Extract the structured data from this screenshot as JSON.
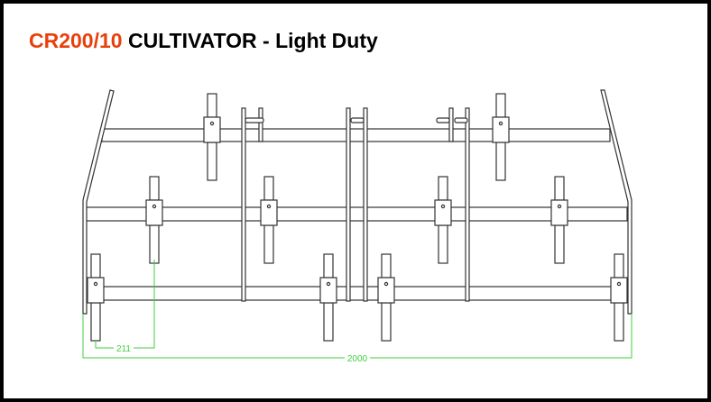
{
  "title": {
    "code": "CR200/10",
    "text": " CULTIVATOR - Light Duty",
    "code_color": "#e8400c"
  },
  "dimensions": {
    "tine_spacing": "211",
    "overall_width": "2000"
  },
  "colors": {
    "line": "#333333",
    "dimension": "#3fcf3f"
  }
}
